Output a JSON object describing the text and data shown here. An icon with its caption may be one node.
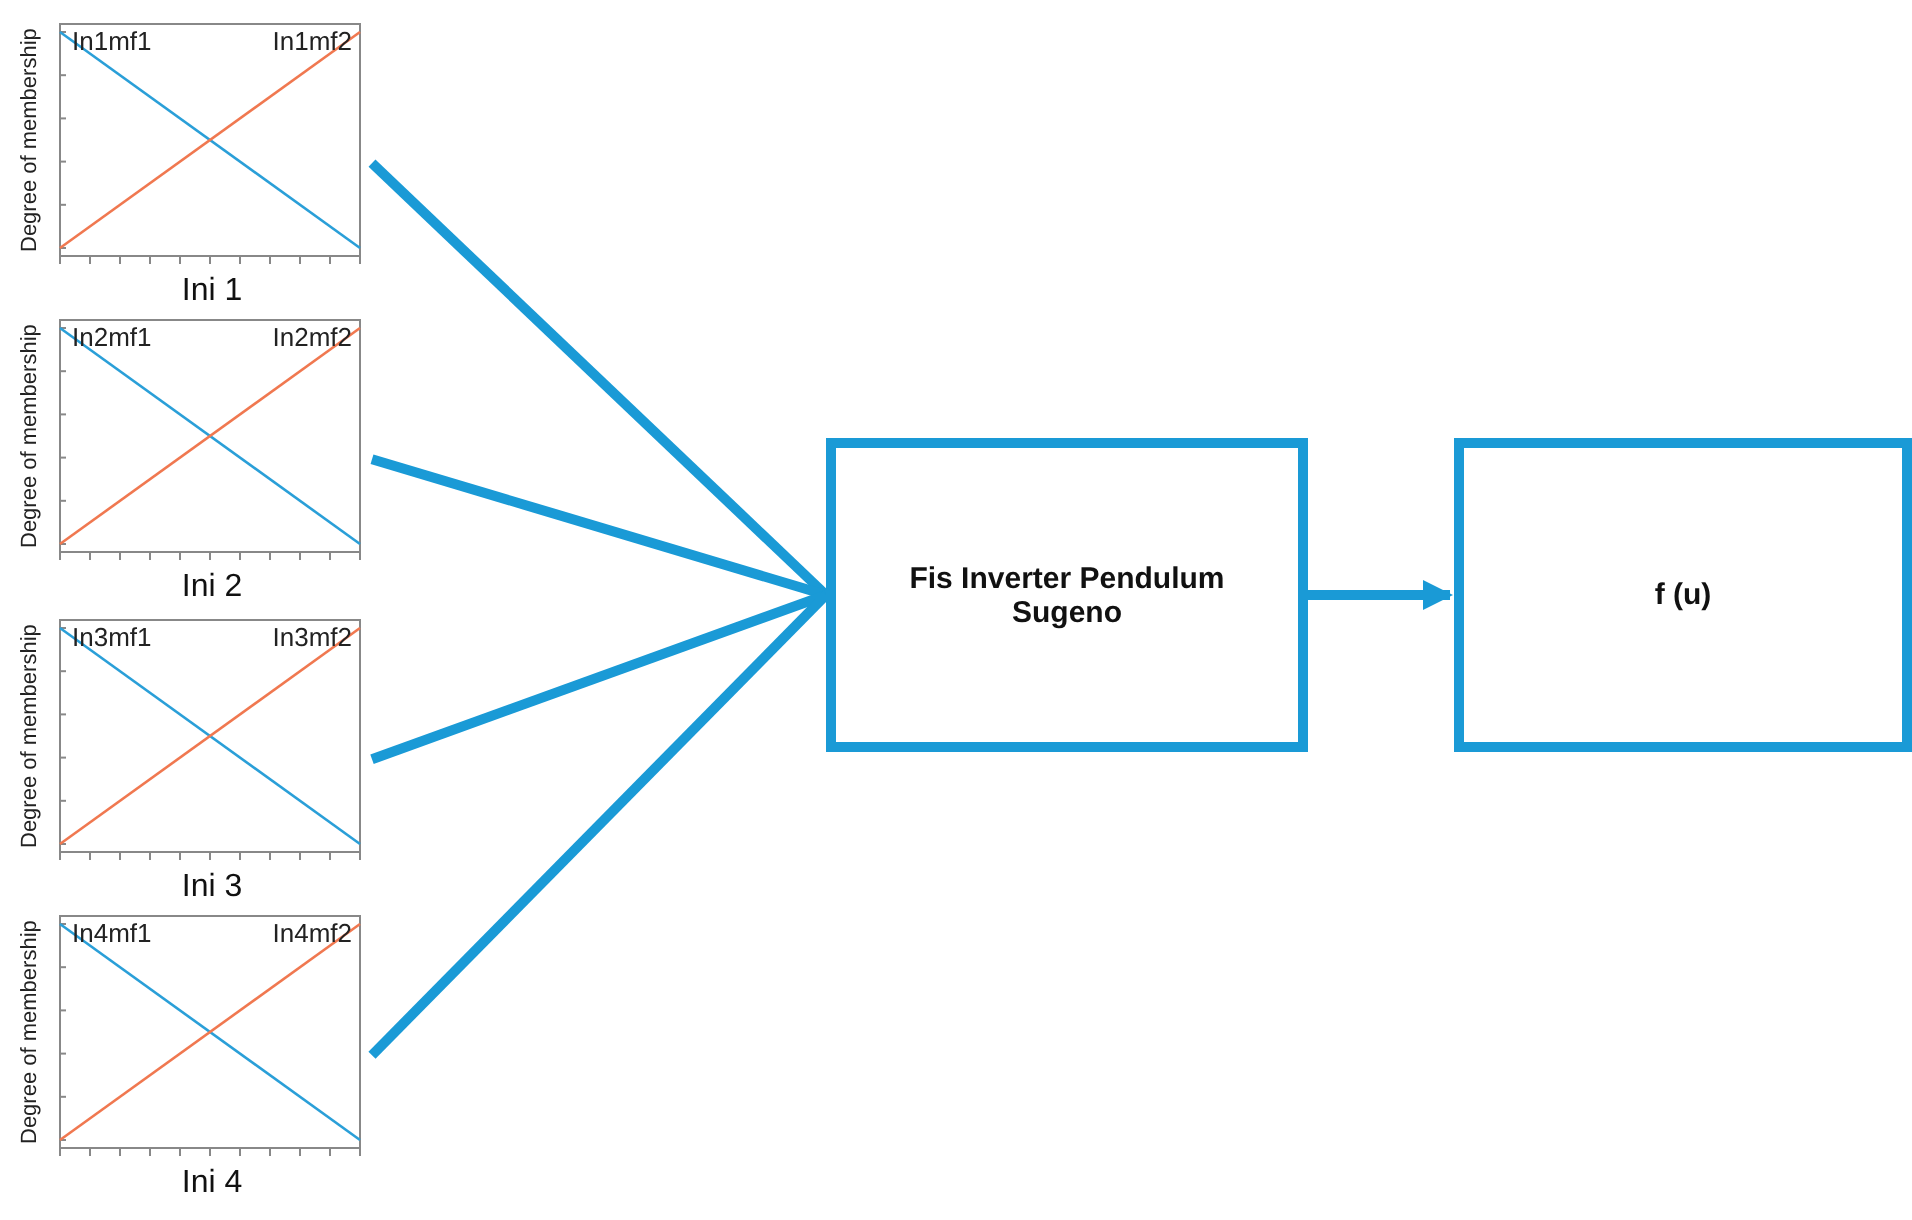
{
  "diagram": {
    "nodes": [
      {
        "text": [
          "Degree of membership",
          "In1mf1",
          "In1mf2"
        ],
        "beside": [
          "Ini 1"
        ]
      },
      {
        "text": [
          "Degree of membership",
          "In2mf1",
          "In2mf2"
        ],
        "beside": [
          "Ini 2"
        ]
      },
      {
        "text": [
          "Degree of membership",
          "In3mf1",
          "In3mf2"
        ],
        "beside": [
          "Ini 3"
        ]
      },
      {
        "text": [
          "Degree of membership",
          "In4mf1",
          "In4mf2"
        ],
        "beside": [
          "Ini 4"
        ]
      },
      {
        "text": [
          "Fis Inverter Pendulum Sugeno"
        ]
      },
      {
        "text": [
          "f (u)"
        ]
      }
    ],
    "edges": [
      {
        "from": 0,
        "to": 4,
        "arrow": "none"
      },
      {
        "from": 1,
        "to": 4,
        "arrow": "none"
      },
      {
        "from": 2,
        "to": 4,
        "arrow": "none"
      },
      {
        "from": 3,
        "to": 4,
        "arrow": "none"
      },
      {
        "from": 4,
        "to": 5,
        "arrow": "to"
      }
    ]
  }
}
